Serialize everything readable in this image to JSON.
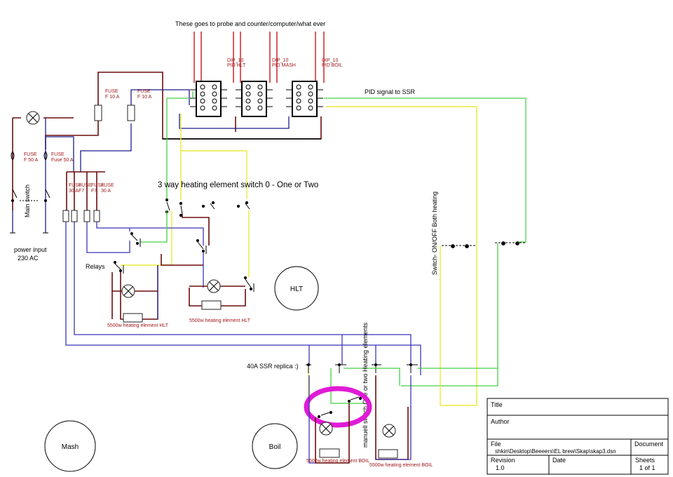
{
  "diagram": {
    "top_note": "These goes to probe and counter/computer/what ever",
    "pid_labels": [
      {
        "line1": "DIP_10",
        "line2": "PID HLT"
      },
      {
        "line1": "DIP_10",
        "line2": "PID MASH"
      },
      {
        "line1": "DIP_10",
        "line2": "PID BOIL"
      }
    ],
    "pid_signal": "PID signal to SSR",
    "switch_title": "3 way heating element switch 0 - One or Two",
    "both_heating": "Switch- ON/OFF Both heating",
    "ssr_label": "40A SSR replica :)",
    "manual_switch": "manuell switch One or two Heating elements",
    "main_switch": "Main switch",
    "power_input_1": "power input",
    "power_input_2": "230 AC",
    "relays": "Relays",
    "fuses": [
      {
        "line1": "FUSE",
        "line2": "F 10 A"
      },
      {
        "line1": "FUSE",
        "line2": "F 10 A"
      },
      {
        "line1": "FUSE",
        "line2": "F 50 A"
      },
      {
        "line1": "FUSE",
        "line2": "Fuse 50 A"
      },
      {
        "line1": "FUSE",
        "line2": "30 A"
      },
      {
        "line1": "FUSE",
        "line2": "F7"
      },
      {
        "line1": "FUSE",
        "line2": "F7"
      },
      {
        "line1": "FUSE",
        "line2": "30 A"
      }
    ],
    "elements": [
      "5500w heating element  HLT",
      "5500w heating element  HLT",
      "5500w heating element  BOIL",
      "5500w heating element  BOIL"
    ],
    "vessels": [
      "HLT",
      "Mash",
      "Boil"
    ]
  },
  "title_block": {
    "title_label": "Title",
    "author_label": "Author",
    "file_label": "File",
    "file_value": "shkin\\Desktop\\Beeeers\\EL brew\\Skap\\skap3.dsn",
    "document_label": "Document",
    "revision_label": "Revision",
    "revision_value": "1.0",
    "date_label": "Date",
    "sheets_label": "Sheets",
    "sheets_value": "1 of 1"
  },
  "colors": {
    "wire_red": "#c8161b",
    "wire_dark_red": "#6b0d0d",
    "wire_blue": "#3a35b8",
    "wire_green": "#43d146",
    "wire_yellow": "#eaea3a",
    "highlight": "#e11ad6"
  }
}
